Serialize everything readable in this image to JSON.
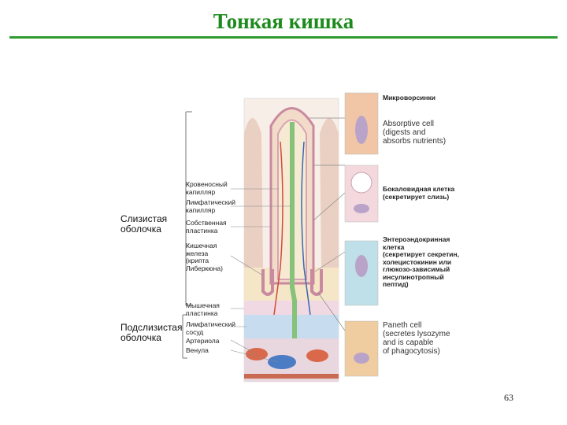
{
  "slide": {
    "title": "Тонкая кишка",
    "page_number": "63"
  },
  "figure": {
    "left_labels": {
      "mucosa": "Слизистая\nоболочка",
      "submucosa": "Подслизистая\nоболочка"
    },
    "mid_labels": {
      "blood_capillary": "Кровеносный\nкапилляр",
      "lymph_capillary": "Лимфатический\nкапилляр",
      "lamina_propria": "Собственная\nпластинка",
      "intestinal_gland": "Кишечная\nжелеза\n(крипта\nЛиберкюна)",
      "muscularis_mucosae": "Мышечная\nпластинка",
      "lymph_vessel": "Лимфатический\nсосуд",
      "arteriole": "Артериола",
      "venule": "Венула"
    },
    "cell_labels": {
      "microvilli": "Микроворсинки",
      "absorptive": "Absorptive cell\n(digests and\nabsorbs nutrients)",
      "goblet": "Бокаловидная клетка\n(секретирует слизь)",
      "enteroendocrine": "Энтероэндокринная\nклетка\n(секретирует секретин,\nхолецистокинин или\nглюкозо-зависимый\nинсулинотропный\nпептид)",
      "paneth": "Paneth cell\n(secretes lysozyme\nand is capable\nof phagocytosis)"
    }
  }
}
